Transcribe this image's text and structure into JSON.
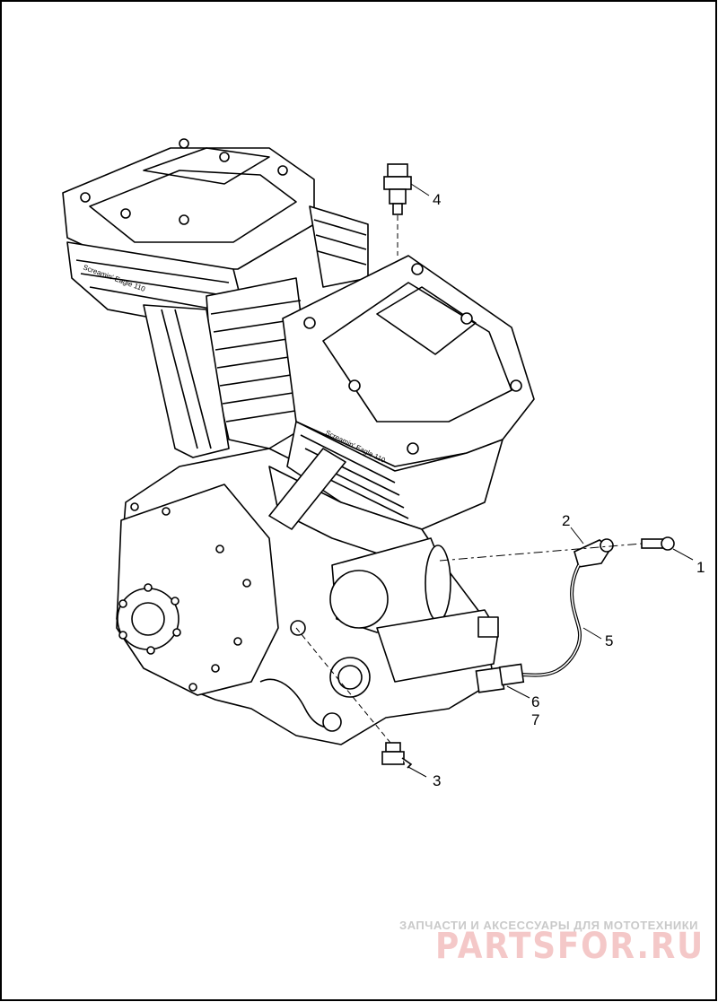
{
  "callouts": [
    {
      "id": "1",
      "label": "1"
    },
    {
      "id": "2",
      "label": "2"
    },
    {
      "id": "3",
      "label": "3"
    },
    {
      "id": "4",
      "label": "4"
    },
    {
      "id": "5",
      "label": "5"
    },
    {
      "id": "6",
      "label": "6"
    },
    {
      "id": "7",
      "label": "7"
    }
  ],
  "engine_badges": {
    "front": "Screamin' Eagle 110",
    "rear": "Screamin' Eagle 110"
  },
  "watermark": {
    "tagline": "ЗАПЧАСТИ И АКСЕССУАРЫ ДЛЯ МОТОТЕХНИКИ",
    "brand": "PARTSFOR.RU",
    "color": "#f4c8c8"
  }
}
